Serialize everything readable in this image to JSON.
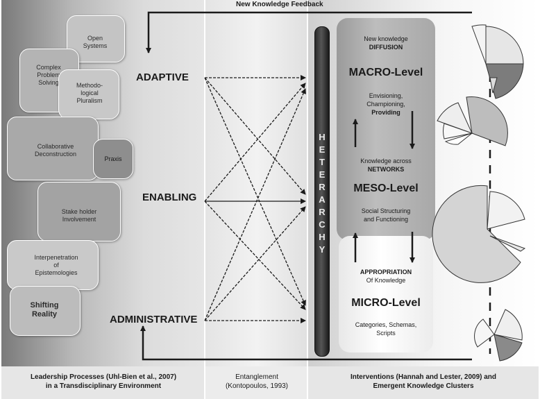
{
  "feedback_label": "New Knowledge Feedback",
  "left_panel": {
    "puzzle_pieces": [
      {
        "id": "open-systems",
        "text": [
          "Open",
          "Systems"
        ]
      },
      {
        "id": "complex-problem-solving",
        "text": [
          "Complex",
          "Problem",
          "Solving"
        ]
      },
      {
        "id": "methodological-pluralism",
        "text": [
          "Methodo-",
          "logical",
          "Pluralism"
        ]
      },
      {
        "id": "collaborative-deconstruction",
        "text": [
          "Collaborative",
          "Deconstruction"
        ]
      },
      {
        "id": "praxis",
        "text": [
          "Praxis"
        ]
      },
      {
        "id": "stakeholder-involvement",
        "text": [
          "Stake holder",
          "Involvement"
        ]
      },
      {
        "id": "interpenetration-epistemologies",
        "text": [
          "Interpenetration",
          "of",
          "Epistemologies"
        ]
      },
      {
        "id": "shifting-reality",
        "text": [
          "Shifting",
          "Reality"
        ]
      }
    ],
    "levels": [
      "ADAPTIVE",
      "ENABLING",
      "ADMINISTRATIVE"
    ]
  },
  "heterarchy_label": "HETERARCHY",
  "right_panel": {
    "diffusion": [
      "New knowledge",
      "DIFFUSION"
    ],
    "macro": {
      "title": "MACRO-Level",
      "text": [
        "Envisioning,",
        "Championing,",
        "Providing"
      ]
    },
    "networks": [
      "Knowledge across",
      "NETWORKS"
    ],
    "meso": {
      "title": "MESO-Level",
      "text": [
        "Social Structuring",
        "and Functioning"
      ]
    },
    "appropriation": [
      "APPROPRIATION",
      "Of Knowledge"
    ],
    "micro": {
      "title": "MICRO-Level",
      "text": [
        "Categories, Schemas,",
        "Scripts"
      ]
    }
  },
  "footer": {
    "left": [
      "Leadership  Processes (Uhl-Bien et al., 2007)",
      "in a Transdisciplinary Environment"
    ],
    "middle": [
      "Entanglement",
      "(Kontopoulos, 1993)"
    ],
    "right": [
      "Interventions (Hannah and Lester, 2009) and",
      "Emergent Knowledge Clusters"
    ]
  }
}
